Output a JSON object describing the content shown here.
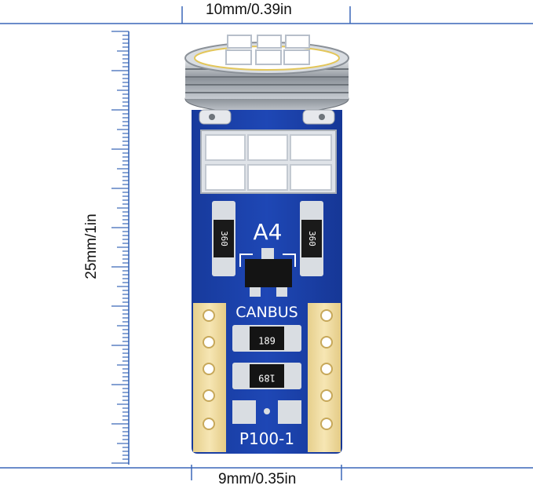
{
  "dimensions": {
    "width_top": "10mm/0.39in",
    "height_side": "25mm/1in",
    "width_bottom": "9mm/0.35in"
  },
  "pcb": {
    "chip_label": "A4",
    "brand_text": "CANBUS",
    "model_text": "P100-1",
    "resistor_top_left": "360",
    "resistor_top_right": "360",
    "resistor_mid": "189",
    "resistor_low": "189"
  },
  "colors": {
    "pcb_blue": "#1b3fa6",
    "pad_gold": "#f2dfa3",
    "led_white": "#ffffff",
    "led_frame": "#cfd4dc"
  }
}
